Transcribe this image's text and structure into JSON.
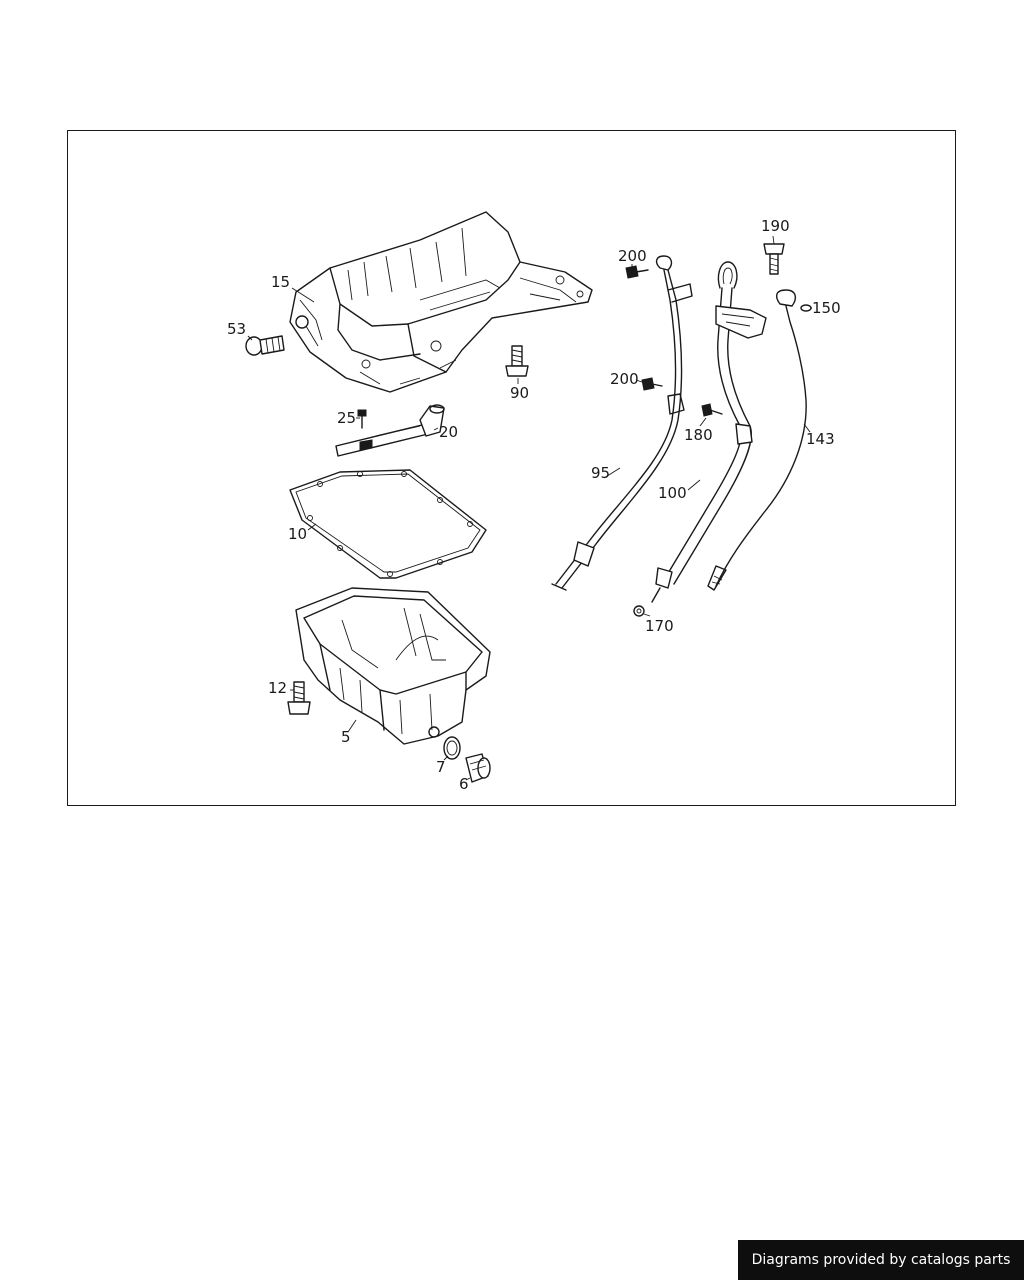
{
  "diagram": {
    "callouts": {
      "p15": "15",
      "p53": "53",
      "p90": "90",
      "p25": "25",
      "p20": "20",
      "p10": "10",
      "p12": "12",
      "p5": "5",
      "p7": "7",
      "p6": "6",
      "p200a": "200",
      "p200b": "200",
      "p95": "95",
      "p190": "190",
      "p150": "150",
      "p180": "180",
      "p143": "143",
      "p100": "100",
      "p170": "170"
    }
  },
  "footer": {
    "credit": "Diagrams provided by catalogs parts"
  },
  "colors": {
    "line": "#1a1a1a",
    "background": "#ffffff",
    "badge": "#0e0e0e"
  }
}
